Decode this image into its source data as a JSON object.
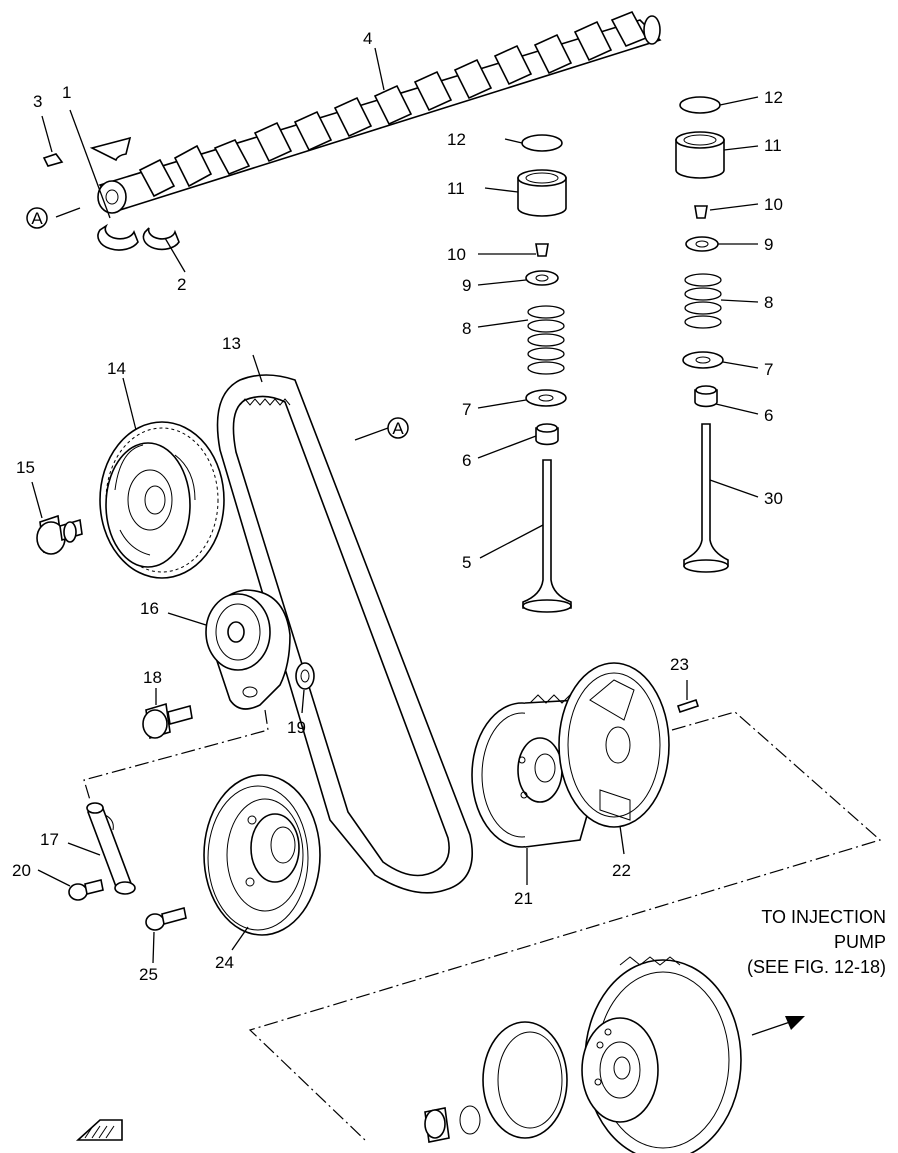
{
  "parts": {
    "p1": "1",
    "p2": "2",
    "p3": "3",
    "p4": "4",
    "p5": "5",
    "p6a": "6",
    "p6b": "6",
    "p7a": "7",
    "p7b": "7",
    "p8a": "8",
    "p8b": "8",
    "p9a": "9",
    "p9b": "9",
    "p10a": "10",
    "p10b": "10",
    "p11a": "11",
    "p11b": "11",
    "p12a": "12",
    "p12b": "12",
    "p13": "13",
    "p14": "14",
    "p15": "15",
    "p16": "16",
    "p17": "17",
    "p18": "18",
    "p19": "19",
    "p20": "20",
    "p21": "21",
    "p22": "22",
    "p23": "23",
    "p24": "24",
    "p25": "25",
    "p30": "30"
  },
  "markers": {
    "a_left": "A",
    "a_right": "A"
  },
  "note": {
    "line1": "TO INJECTION",
    "line2": "PUMP",
    "line3": "(SEE FIG. 12-18)"
  }
}
